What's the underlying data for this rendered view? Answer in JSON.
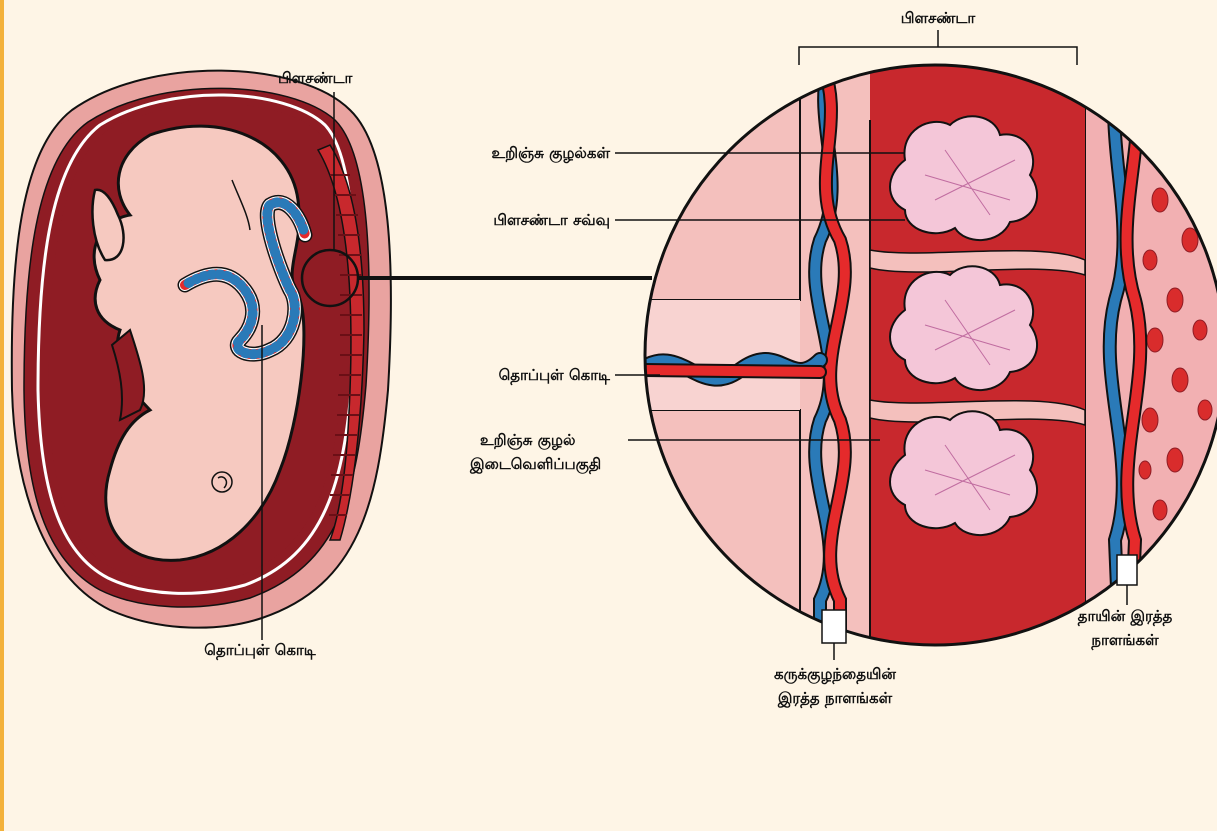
{
  "labels": {
    "placenta_left": "பிளசண்டா",
    "placenta_top": "பிளசண்டா",
    "villi": "உறிஞ்சு குழல்கள்",
    "placental_membrane": "பிளசண்டா சவ்வு",
    "umbilical_cord_right": "தொப்புள் கொடி",
    "intervillous_line1": "உறிஞ்சு குழல்",
    "intervillous_line2": "இடைவெளிப்பகுதி",
    "umbilical_cord_bottom": "தொப்புள் கொடி",
    "fetal_vessels_line1": "கருக்குழந்தையின்",
    "fetal_vessels_line2": "இரத்த நாளங்கள்",
    "maternal_vessels_line1": "தாயின் இரத்த",
    "maternal_vessels_line2": "நாளங்கள்"
  },
  "colors": {
    "page": "#fef5e6",
    "frame_edge": "#f3b13a",
    "uterus_outer": "#e9a3a0",
    "uterus_wall": "#8f1c24",
    "placenta_red": "#c8282d",
    "skin": "#f6c9c0",
    "villus": "#f4c6d8",
    "artery": "#e52a2b",
    "vein": "#2a7ab8",
    "tissue_light": "#f6bfc0"
  }
}
